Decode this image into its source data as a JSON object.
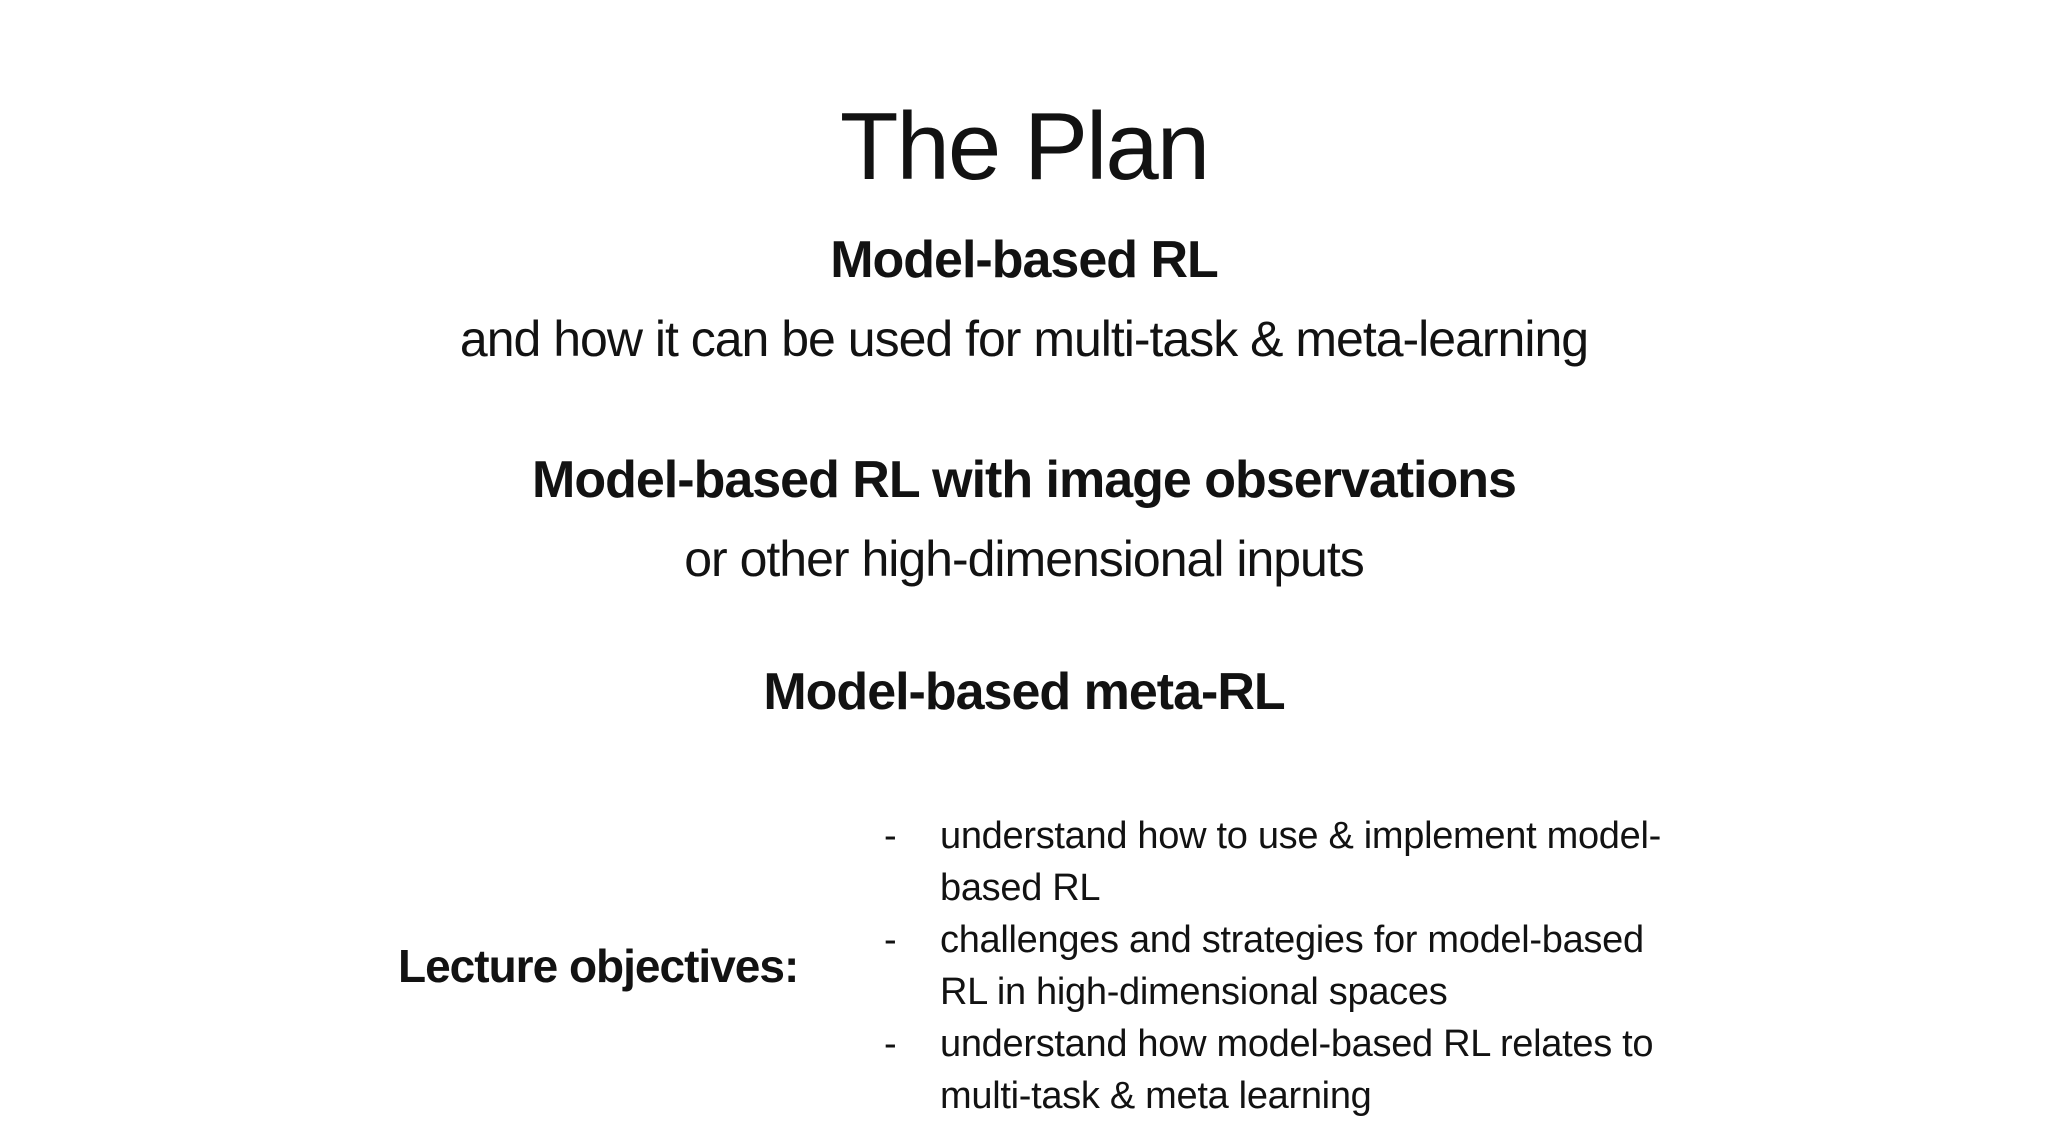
{
  "slide": {
    "title": "The Plan",
    "topics": [
      {
        "heading": "Model-based RL",
        "subheading": "and how it can be used for multi-task & meta-learning"
      },
      {
        "heading": "Model-based RL with image observations",
        "subheading": "or other high-dimensional inputs"
      },
      {
        "heading": "Model-based meta-RL",
        "subheading": ""
      }
    ],
    "objectives": {
      "label": "Lecture objectives:",
      "bullet_marker": "-",
      "items": [
        "understand how to use & implement model-based RL",
        "challenges and strategies for model-based RL in high-dimensional spaces",
        "understand how model-based RL relates to multi-task & meta learning"
      ]
    },
    "colors": {
      "background": "#ffffff",
      "text": "#121212"
    }
  }
}
